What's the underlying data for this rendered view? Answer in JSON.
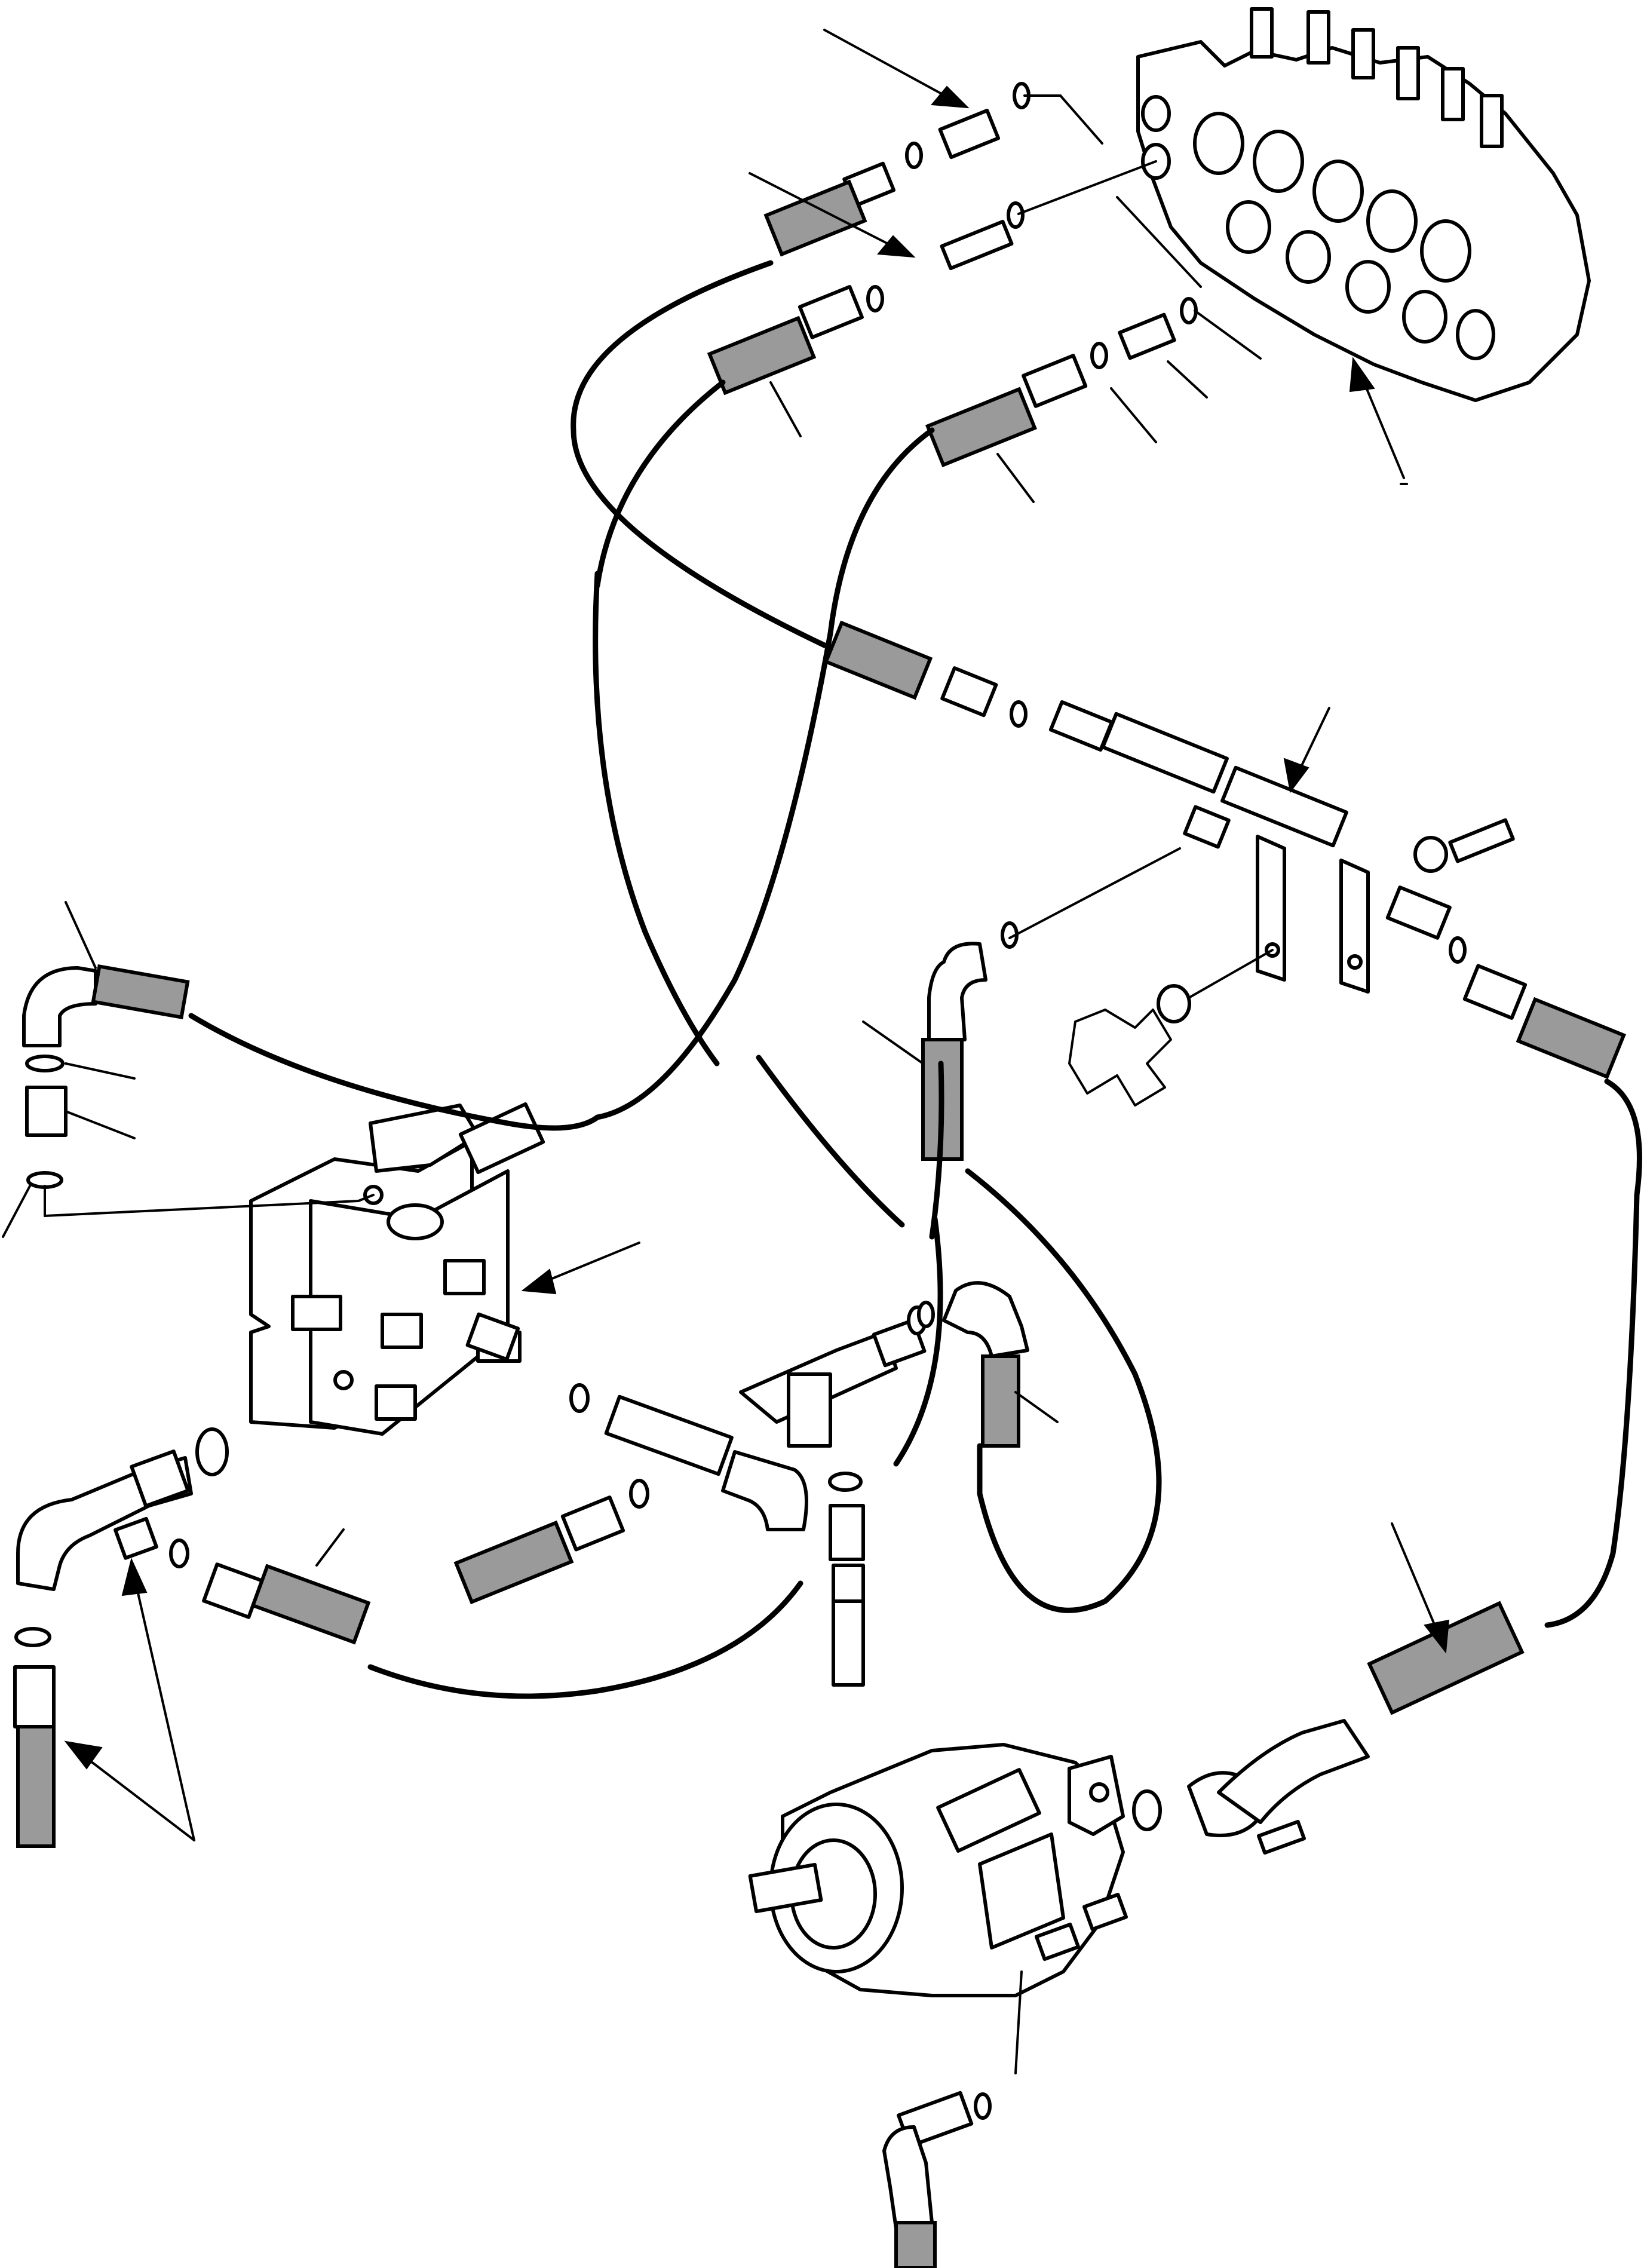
{
  "figure": {
    "type": "exploded hydraulic piping diagram",
    "colors": {
      "line": "#000000",
      "hose_shading": "#9a9a9a",
      "background": "#ffffff"
    },
    "components": [
      {
        "id": "control-valve",
        "label": ""
      },
      {
        "id": "pilot-valve-block",
        "label": ""
      },
      {
        "id": "hydraulic-pump",
        "label": ""
      },
      {
        "id": "tee-fitting",
        "label": ""
      },
      {
        "id": "mounting-bracket",
        "label": ""
      }
    ]
  }
}
